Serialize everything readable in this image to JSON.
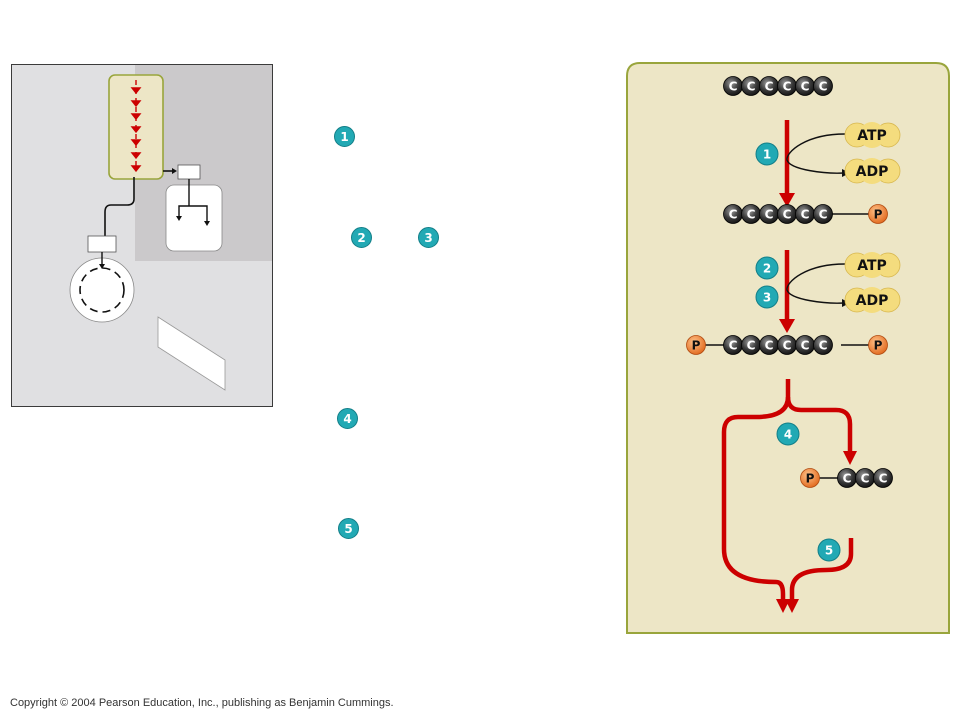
{
  "steps": [
    "1",
    "2",
    "3",
    "4",
    "5"
  ],
  "molecules": {
    "carbon": "C",
    "phosphate": "P",
    "glucose_carbons": 6,
    "g3p_carbons": 3
  },
  "energy": {
    "atp": "ATP",
    "adp": "ADP"
  },
  "colors": {
    "panel_fill": "#ede6c6",
    "panel_border": "#99a53c",
    "arrow": "#cc0000",
    "step_badge": "#22a9b4",
    "phosphate": "#f08030",
    "atp": "#f4dc7e",
    "carbon": "#222222"
  },
  "footer": {
    "copyright": "Copyright © 2004 Pearson Education, Inc., publishing as Benjamin Cummings."
  }
}
